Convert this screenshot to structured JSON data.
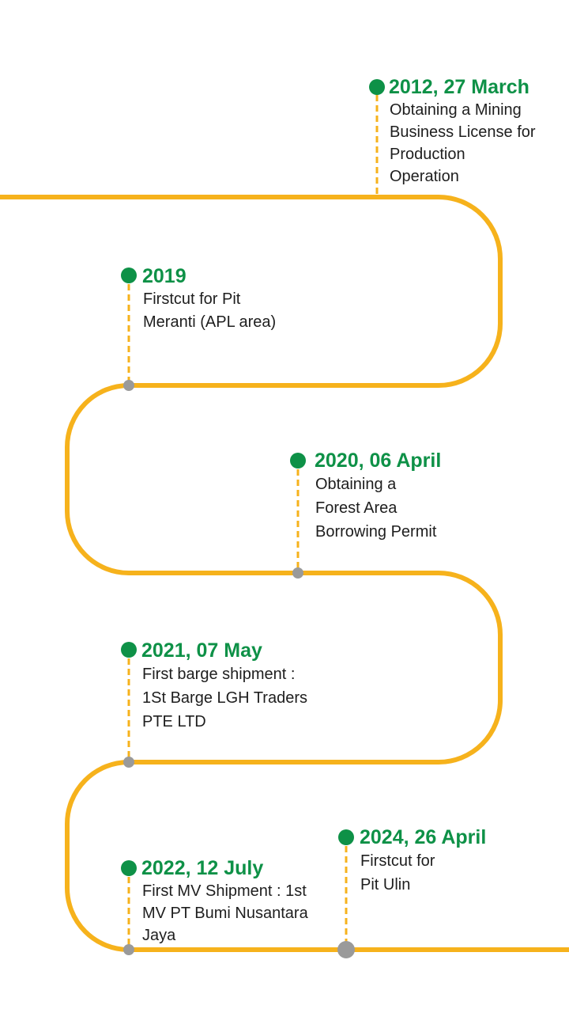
{
  "colors": {
    "path": "#f6b21c",
    "dot": "#0e9147",
    "anchor": "#9a9a9a",
    "date_text": "#0e9147",
    "desc_text": "#1e1e1e"
  },
  "events": [
    {
      "date": "2012, 27 March",
      "lines": [
        "Obtaining a Mining",
        "Business License for",
        "Production",
        "Operation"
      ]
    },
    {
      "date": "2019",
      "lines": [
        "Firstcut for Pit",
        "Meranti (APL area)"
      ]
    },
    {
      "date": "2020, 06 April",
      "lines": [
        "Obtaining a",
        "Forest Area",
        "Borrowing Permit"
      ]
    },
    {
      "date": "2021, 07 May",
      "lines": [
        "First barge shipment :",
        "1St Barge LGH Traders",
        "PTE LTD"
      ]
    },
    {
      "date": "2022, 12 July",
      "lines": [
        "First MV Shipment : 1st",
        "MV PT Bumi Nusantara",
        "Jaya"
      ]
    },
    {
      "date": "2024, 26 April",
      "lines": [
        "Firstcut for",
        "Pit Ulin"
      ]
    }
  ]
}
